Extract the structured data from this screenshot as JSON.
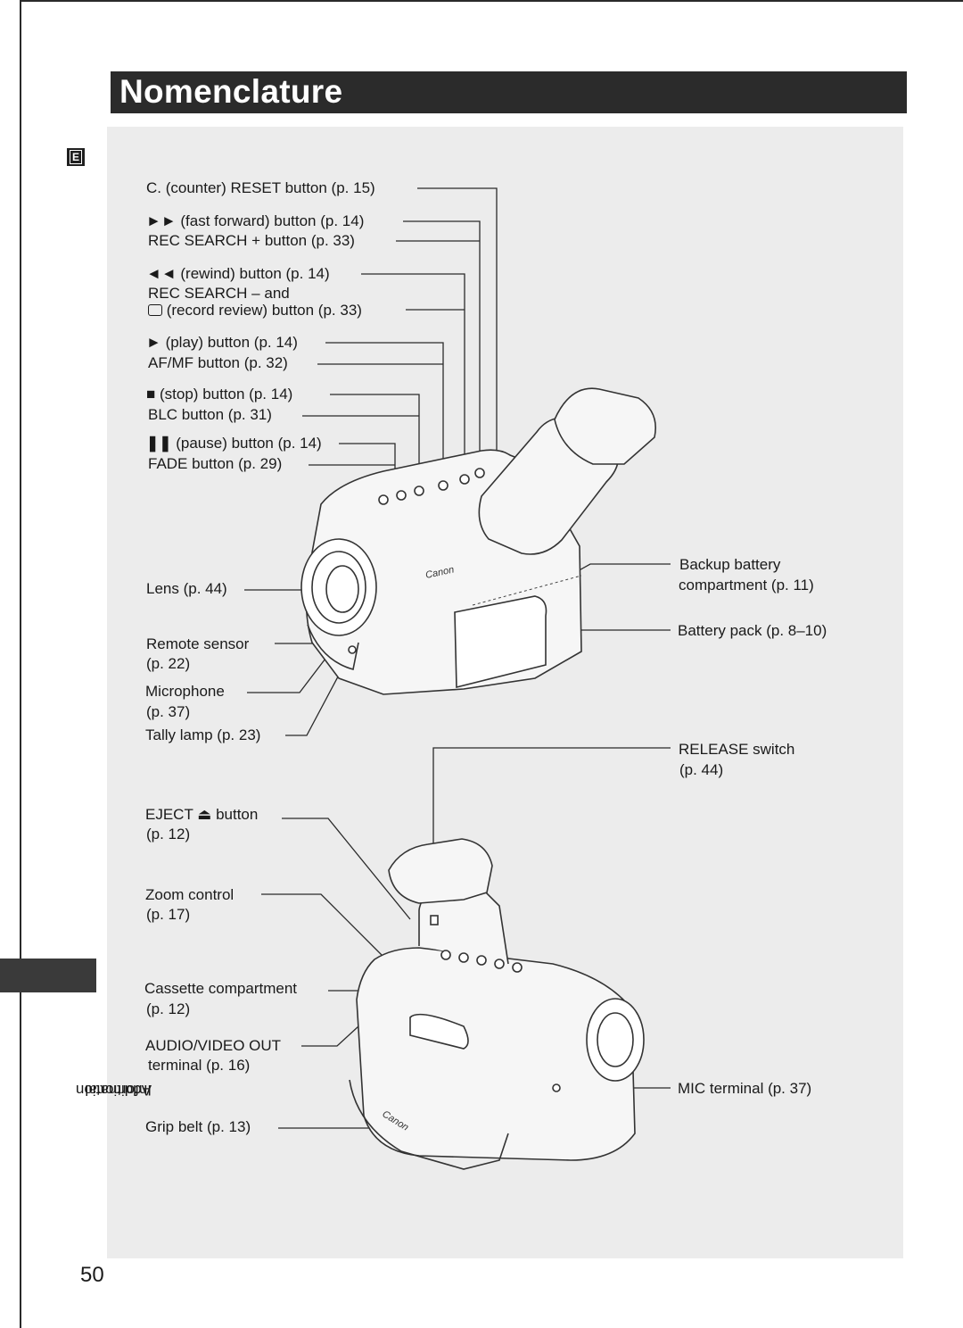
{
  "header": {
    "title": "Nomenclature",
    "language_badge": "E"
  },
  "sidebar": {
    "tab_line1": "Additional",
    "tab_line2": "Information"
  },
  "page": {
    "number": "50"
  },
  "labels_top": {
    "counter_reset": "C. (counter) RESET button (p. 15)",
    "fast_forward": "(fast forward) button (p. 14)",
    "rec_search_plus": "REC SEARCH + button  (p. 33)",
    "rewind": "(rewind) button (p. 14)",
    "rec_search_minus": "REC SEARCH – and",
    "record_review": "(record review) button (p. 33)",
    "play": "(play) button (p. 14)",
    "af_mf": "AF/MF button (p. 32)",
    "stop": "(stop) button (p. 14)",
    "blc": "BLC button (p. 31)",
    "pause": "(pause) button (p. 14)",
    "fade": "FADE button (p. 29)",
    "lens": "Lens (p. 44)",
    "remote_sensor": "Remote sensor",
    "remote_sensor_page": "(p. 22)",
    "microphone": "Microphone",
    "microphone_page": "(p. 37)",
    "tally_lamp": "Tally lamp (p. 23)",
    "backup_battery": "Backup battery",
    "backup_battery_page": "compartment (p. 11)",
    "battery_pack": "Battery pack (p. 8–10)"
  },
  "labels_bottom": {
    "release_switch": "RELEASE switch",
    "release_switch_page": "(p. 44)",
    "eject_pre": "EJECT",
    "eject_post": "button",
    "eject_page": "(p. 12)",
    "zoom_control": "Zoom control",
    "zoom_control_page": "(p. 17)",
    "cassette": "Cassette compartment",
    "cassette_page": "(p. 12)",
    "av_out": "AUDIO/VIDEO OUT",
    "av_out_page": "terminal (p. 16)",
    "mic_terminal": "MIC terminal (p. 37)",
    "grip_belt": "Grip belt (p. 13)"
  },
  "logos": {
    "brand": "Canon"
  },
  "icons": [
    "fast-forward-icon",
    "rewind-icon",
    "record-review-icon",
    "play-icon",
    "stop-icon",
    "pause-icon",
    "eject-icon"
  ],
  "colors": {
    "title_bar": "#2b2b2b",
    "panel": "#ececec",
    "text": "#1a1a1a",
    "side_tab": "#3a3a3a"
  }
}
